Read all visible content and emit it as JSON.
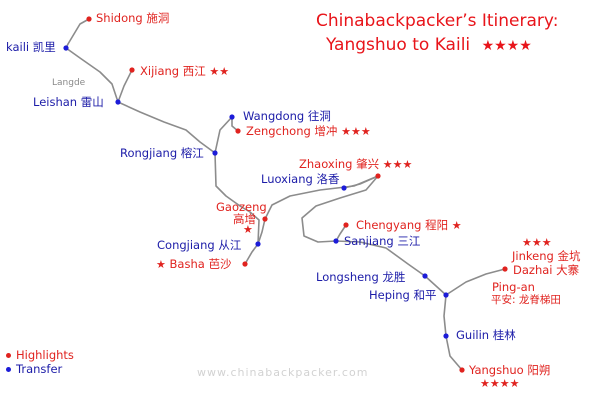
{
  "title": {
    "line1": "Chinabackpacker’s Itinerary:",
    "line2": "Yangshuo to Kaili",
    "stars": "★★★★"
  },
  "colors": {
    "highlight": "#e0231f",
    "transfer": "#1c1ca8",
    "route": "#8c8c8c"
  },
  "places": {
    "shidong": {
      "name": "Shidong 施洞",
      "type": "highlight"
    },
    "kaili": {
      "name": "kaili 凯里",
      "type": "transfer"
    },
    "langde": {
      "name": "Langde",
      "type": "minor"
    },
    "xijiang": {
      "name": "Xijiang 西江",
      "stars": "★★",
      "type": "highlight"
    },
    "leishan": {
      "name": "Leishan 雷山",
      "type": "transfer"
    },
    "wangdong": {
      "name": "Wangdong 往洞",
      "type": "transfer"
    },
    "zengchong": {
      "name": "Zengchong 增冲",
      "stars": "★★★",
      "type": "highlight"
    },
    "rongjiang": {
      "name": "Rongjiang 榕江",
      "type": "transfer"
    },
    "zhaoxing": {
      "name": "Zhaoxing 肇兴",
      "stars": "★★★",
      "type": "highlight"
    },
    "luoxiang": {
      "name": "Luoxiang 洛香",
      "type": "transfer"
    },
    "gaozeng": {
      "name": "Gaozeng",
      "name_cn": "高增",
      "stars": "★",
      "type": "highlight"
    },
    "chengyang": {
      "name": "Chengyang 程阳",
      "stars": "★",
      "type": "highlight"
    },
    "sanjiang": {
      "name": "Sanjiang 三江",
      "type": "transfer"
    },
    "congjiang": {
      "name": "Congjiang 从江",
      "type": "transfer"
    },
    "basha": {
      "name": "Basha 芭沙",
      "stars": "★",
      "type": "highlight"
    },
    "jinkeng": {
      "name": "Jinkeng 金坑",
      "stars": "★★★",
      "type": "highlight"
    },
    "dazhai": {
      "name": "Dazhai 大寨",
      "type": "highlight"
    },
    "longsheng": {
      "name": "Longsheng 龙胜",
      "type": "transfer"
    },
    "pingan": {
      "name": "Ping-an",
      "name_cn": "平安: 龙脊梯田",
      "type": "highlight"
    },
    "heping": {
      "name": "Heping 和平",
      "type": "transfer"
    },
    "guilin": {
      "name": "Guilin 桂林",
      "type": "transfer"
    },
    "yangshuo": {
      "name": "Yangshuo 阳朔",
      "stars": "★★★★",
      "type": "highlight"
    }
  },
  "legend": {
    "highlights": "Highlights",
    "transfer": "Transfer"
  },
  "watermark": "www.chinabackpacker.com"
}
